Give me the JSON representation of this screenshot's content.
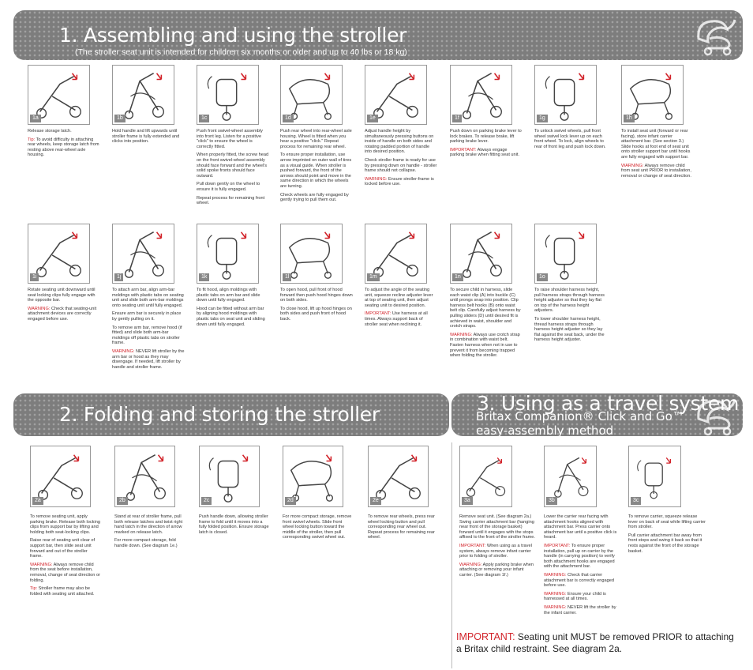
{
  "section1": {
    "title": "1. Assembling and using the stroller",
    "subtitle": "(The stroller seat unit is intended for children six months or older and up to 40 lbs or 18 kg)"
  },
  "section2": {
    "title": "2. Folding and storing the stroller"
  },
  "section3": {
    "title": "3. Using as a travel system",
    "subtitle_line1": "Britax Companion® Click and Go™",
    "subtitle_line2": "easy-assembly method"
  },
  "steps_row1": [
    {
      "label": "1a",
      "paras": [
        {
          "t": "Release storage latch."
        },
        {
          "kw": "Tip:",
          "t": " To avoid difficulty in attaching rear wheels, keep storage latch from resting above rear-wheel axle housing."
        }
      ]
    },
    {
      "label": "1b",
      "paras": [
        {
          "t": "Hold handle and lift upwards until stroller frame is fully extended and clicks into position."
        }
      ]
    },
    {
      "label": "1c",
      "paras": [
        {
          "t": "Push front swivel-wheel assembly into front leg. Listen for a positive \"click\" to ensure the wheel is correctly fitted."
        },
        {
          "t": "When properly fitted, the screw head on the front swivel-wheel assembly should face forward and the wheel's solid spoke fronts should face outward."
        },
        {
          "t": "Pull down gently on the wheel to ensure it is fully engaged."
        },
        {
          "t": "Repeat process for remaining front wheel."
        }
      ]
    },
    {
      "label": "1d",
      "paras": [
        {
          "t": "Push rear wheel into rear-wheel axle housing. Wheel is fitted when you hear a positive \"click.\" Repeat process for remaining rear wheel."
        },
        {
          "t": "To ensure proper installation, use arrow imprinted on outer wall of tires as a visual guide. When stroller is pushed forward, the front of the arrows should point and move in the same direction in which the wheels are turning."
        },
        {
          "t": "Check wheels are fully engaged by gently trying to pull them out."
        }
      ]
    },
    {
      "label": "1e",
      "paras": [
        {
          "t": "Adjust handle height by simultaneously pressing buttons on inside of handle on both sides and rotating padded portion of handle into desired position."
        },
        {
          "t": "Check stroller frame is ready for use by pressing down on handle - stroller frame should not collapse."
        },
        {
          "kw": "WARNING:",
          "t": " Ensure stroller-frame is locked before use."
        }
      ]
    },
    {
      "label": "1f",
      "paras": [
        {
          "t": "Push down on parking brake lever to lock brakes. To release brake, lift parking brake lever."
        },
        {
          "kw": "IMPORTANT:",
          "t": " Always engage parking brake when fitting seat unit."
        }
      ]
    },
    {
      "label": "1g",
      "paras": [
        {
          "t": "To unlock swivel wheels, pull front wheel swivel lock lever up on each front wheel. To lock, align wheels to rear of front leg and push lock down."
        }
      ]
    },
    {
      "label": "1h",
      "paras": [
        {
          "t": "To install seat unit (forward or rear facing), store infant carrier attachment bar. (See section 3.) Slide hooks at foot end of seat unit onto stroller support bar until hooks are fully engaged with support bar."
        },
        {
          "kw": "WARNING:",
          "t": " Always remove child from seat unit PRIOR to installation, removal or change of seat direction."
        }
      ]
    }
  ],
  "steps_row2": [
    {
      "label": "1i",
      "paras": [
        {
          "t": "Rotate seating unit downward until seat locking clips fully engage with the opposite bar."
        },
        {
          "kw": "WARNING:",
          "t": " Check that seating-unit attachment devices are correctly engaged before use."
        }
      ]
    },
    {
      "label": "1j",
      "paras": [
        {
          "t": "To attach arm bar, align arm-bar moldings with plastic tabs on seating unit and slide both arm-bar moldings onto seating unit until fully engaged."
        },
        {
          "t": "Ensure arm bar is securely in place by gently pulling on it."
        },
        {
          "t": "To remove arm bar, remove hood (if fitted) and slide both arm-bar moldings off plastic tabs on stroller frame."
        },
        {
          "kw": "WARNING:",
          "t": " NEVER lift stroller by the arm bar or hood as they may disengage. If needed, lift stroller by handle and stroller frame."
        }
      ]
    },
    {
      "label": "1k",
      "paras": [
        {
          "t": "To fit hood, align moldings with plastic tabs on arm bar and slide down until fully engaged."
        },
        {
          "t": "Hood can be fitted without arm bar by aligning hood moldings with plastic tabs on seat unit and sliding down until fully engaged."
        }
      ]
    },
    {
      "label": "1l",
      "paras": [
        {
          "t": "To open hood, pull front of hood forward then push hood hinges down on both sides."
        },
        {
          "t": "To close hood, lift up hood hinges on both sides and push front of hood back."
        }
      ]
    },
    {
      "label": "1m",
      "paras": [
        {
          "t": "To adjust the angle of the seating unit, squeeze recline adjuster lever at top of seating unit, then adjust seating unit to desired position."
        },
        {
          "kw": "IMPORTANT:",
          "t": " Use harness at all times. Always support back of stroller seat when reclining it."
        }
      ]
    },
    {
      "label": "1n",
      "paras": [
        {
          "t": "To secure child in harness, slide each waist clip (A) into buckle (C) until prongs snap into position. Clip harness belt hooks (B) onto waist belt clip. Carefully adjust harness by pulling sliders (D) until desired fit is achieved in waist, shoulder and crotch straps."
        },
        {
          "kw": "WARNING:",
          "t": " Always use crotch strap in combination with waist belt. Fasten harness when not in use to prevent it from becoming trapped when folding the stroller."
        }
      ]
    },
    {
      "label": "1o",
      "paras": [
        {
          "t": "To raise shoulder harness height, pull harness straps through harness height adjuster so that they lay flat on top of the harness height adjusters."
        },
        {
          "t": "To lower shoulder harness height, thread harness straps through harness height adjuster so they lay flat against the seat back, under the harness height adjuster."
        }
      ]
    }
  ],
  "steps_fold": [
    {
      "label": "2a",
      "paras": [
        {
          "t": "To remove seating unit, apply parking brake. Release both locking clips from support bar by lifting and holding both seat-locking clips."
        },
        {
          "t": "Raise rear of seating unit clear of support bar, then slide seat unit forward and out of the stroller frame."
        },
        {
          "kw": "WARNING:",
          "t": " Always remove child from the seat before installation, removal, change of seat direction or folding."
        },
        {
          "kw": "Tip:",
          "t": " Stroller frame may also be folded with seating unit attached."
        }
      ]
    },
    {
      "label": "2b",
      "paras": [
        {
          "t": "Stand at rear of stroller frame, pull both release latches and twist right hand latch in the direction of arrow marked on release latch."
        },
        {
          "t": "For more compact storage, fold handle down. (See diagram 1e.)"
        }
      ]
    },
    {
      "label": "2c",
      "paras": [
        {
          "t": "Push handle down, allowing stroller frame to fold until it moves into a fully folded position. Ensure storage latch is closed."
        }
      ]
    },
    {
      "label": "2d",
      "paras": [
        {
          "t": "For more compact storage, remove front swivel wheels. Slide front wheel locking button toward the middle of the stroller, then pull corresponding swivel wheel out."
        }
      ]
    },
    {
      "label": "2e",
      "paras": [
        {
          "t": "To remove rear wheels, press rear wheel locking button and pull corresponding rear wheel out. Repeat process for remaining rear wheel."
        }
      ]
    }
  ],
  "steps_travel": [
    {
      "label": "3a",
      "paras": [
        {
          "t": "Remove seat unit. (See diagram 2a.) Swing carrier attachment bar (hanging near front of the storage basket) forward until it engages with the stops affixed to the front of the stroller frame."
        },
        {
          "kw": "IMPORTANT:",
          "t": " When using as a travel system, always remove infant carrier prior to folding of stroller."
        },
        {
          "kw": "WARNING:",
          "t": " Apply parking brake when attaching or removing your infant carrier. (See diagram 1f.)"
        }
      ]
    },
    {
      "label": "3b",
      "paras": [
        {
          "t": "Lower the carrier rear facing with attachment hooks aligned with attachment bar. Press carrier onto attachment bar until a positive click is heard."
        },
        {
          "kw": "IMPORTANT:",
          "t": " To ensure proper installation, pull up on carrier by the handle (in carrying position) to verify both attachment hooks are engaged with the attachment bar."
        },
        {
          "kw": "WARNING:",
          "t": " Check that carrier attachment bar is correctly engaged before use."
        },
        {
          "kw": "WARNING:",
          "t": " Ensure your child is harnessed at all times."
        },
        {
          "kw": "WARNING:",
          "t": " NEVER lift the stroller by the infant carrier."
        }
      ]
    },
    {
      "label": "3c",
      "paras": [
        {
          "t": "To remove carrier, squeeze release lever on back of seat while lifting carrier from stroller."
        },
        {
          "t": "Pull carrier attachment bar away from front stops and swing it back so that it rests against the front of the storage basket."
        }
      ]
    }
  ],
  "important_note": {
    "keyword": "IMPORTANT:",
    "text": " Seating unit MUST be removed PRIOR to attaching a Britax child restraint. See diagram 2a."
  },
  "colors": {
    "accent": "#d2232a",
    "banner": "#7d7d7d"
  }
}
